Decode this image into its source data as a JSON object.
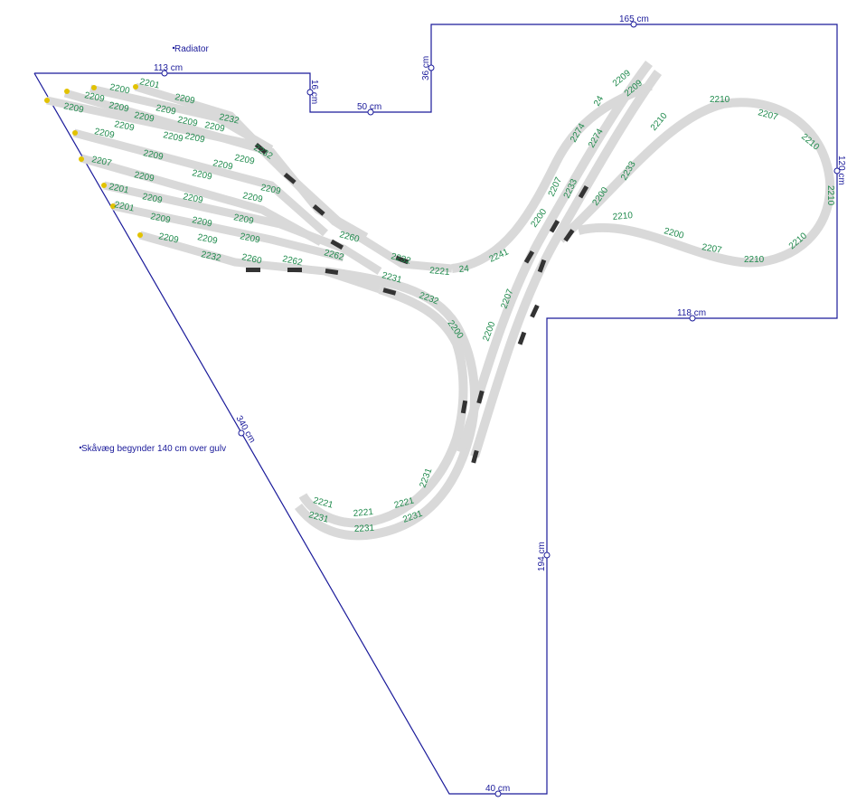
{
  "room": {
    "wall_color": "#1a1a9a",
    "dimensions": [
      "113 cm",
      "16 cm",
      "50 cm",
      "36 cm",
      "165 cm",
      "120 cm",
      "118 cm",
      "194 cm",
      "40 cm",
      "340 cm"
    ],
    "notes": [
      "Radiator",
      "Skåvæg begynder 140 cm over gulv"
    ]
  },
  "track": {
    "track_color": "#d9d9d9",
    "label_color": "#1f8a4c",
    "part_numbers": [
      "2200",
      "2201",
      "2209",
      "2209",
      "2209",
      "2209",
      "2232",
      "2209",
      "2209",
      "2209",
      "2209",
      "2209",
      "2209",
      "2209",
      "2209",
      "2232",
      "2207",
      "2209",
      "2209",
      "2209",
      "2209",
      "2201",
      "2209",
      "2209",
      "2209",
      "2201",
      "2209",
      "2209",
      "2209",
      "2209",
      "2209",
      "2209",
      "2209",
      "2232",
      "2209",
      "2260",
      "2262",
      "2232",
      "2260",
      "2262",
      "2232",
      "2231",
      "2221",
      "24",
      "2241",
      "2200",
      "2200",
      "2274",
      "2274",
      "2207",
      "2233",
      "24",
      "2233",
      "2207",
      "2210",
      "2207",
      "2210",
      "2210",
      "2210",
      "2207",
      "2200",
      "2210",
      "2210",
      "2209",
      "2209",
      "2210",
      "2200",
      "2200",
      "2221",
      "2221",
      "2221",
      "2231",
      "2231",
      "2231",
      "2231"
    ]
  }
}
